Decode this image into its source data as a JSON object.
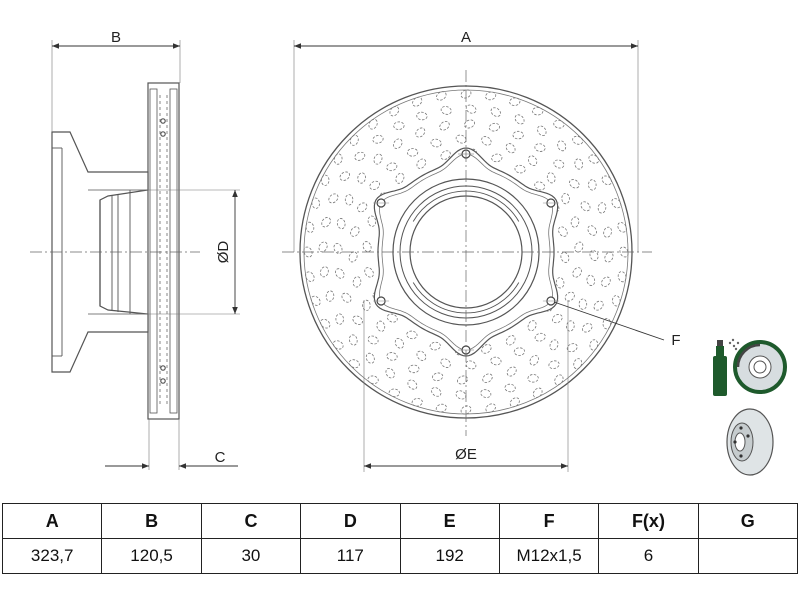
{
  "drawing": {
    "dim_labels": {
      "A": "A",
      "B": "B",
      "C": "C",
      "D": "ØD",
      "E": "ØE",
      "F": "F"
    },
    "icons": [
      "spray-paint-icon",
      "brake-disc-front-icon",
      "brake-disc-angled-icon"
    ]
  },
  "spec_table": {
    "headers": [
      "A",
      "B",
      "C",
      "D",
      "E",
      "F",
      "F(x)",
      "G"
    ],
    "values": [
      "323,7",
      "120,5",
      "30",
      "117",
      "192",
      "M12x1,5",
      "6",
      ""
    ]
  }
}
